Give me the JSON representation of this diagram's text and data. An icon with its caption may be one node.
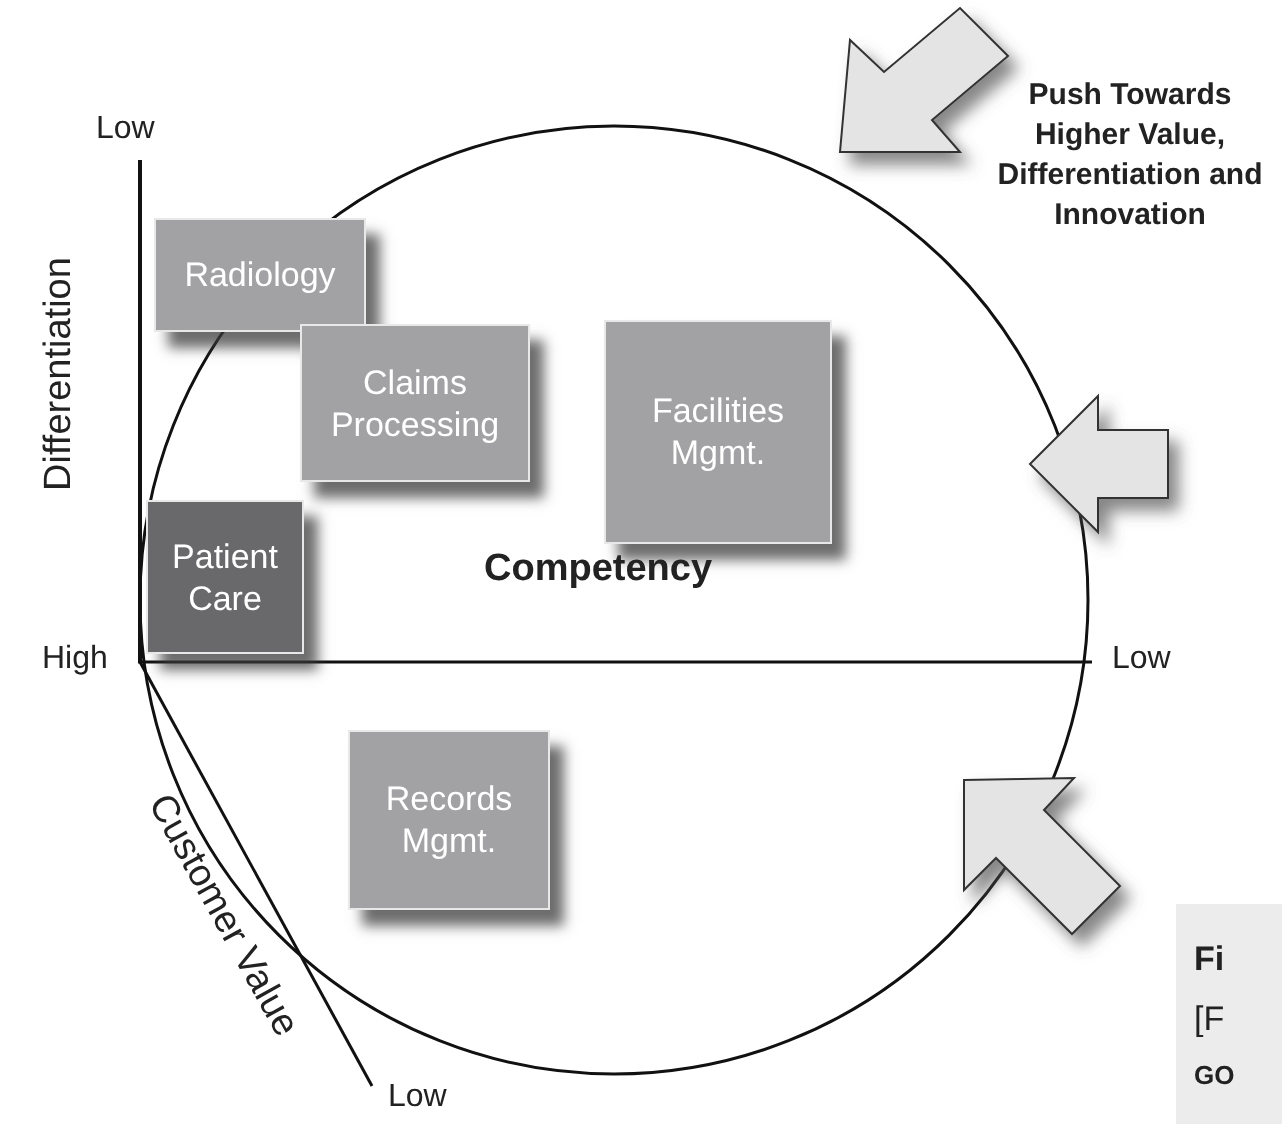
{
  "diagram": {
    "nodes": [
      {
        "text": [
          "Radiology"
        ]
      },
      {
        "text": [
          "Claims Processing"
        ]
      },
      {
        "text": [
          "Facilities Mgmt."
        ]
      },
      {
        "text": [
          "Patient Care"
        ]
      },
      {
        "text": [
          "Records Mgmt."
        ]
      }
    ],
    "labels": [
      "Push Towards Higher Value, Differentiation and Innovation",
      "Low",
      "Differentiation",
      "High",
      "Competency",
      "Low",
      "Customer Value",
      "Low",
      "Fi",
      "[F",
      "GO"
    ]
  }
}
